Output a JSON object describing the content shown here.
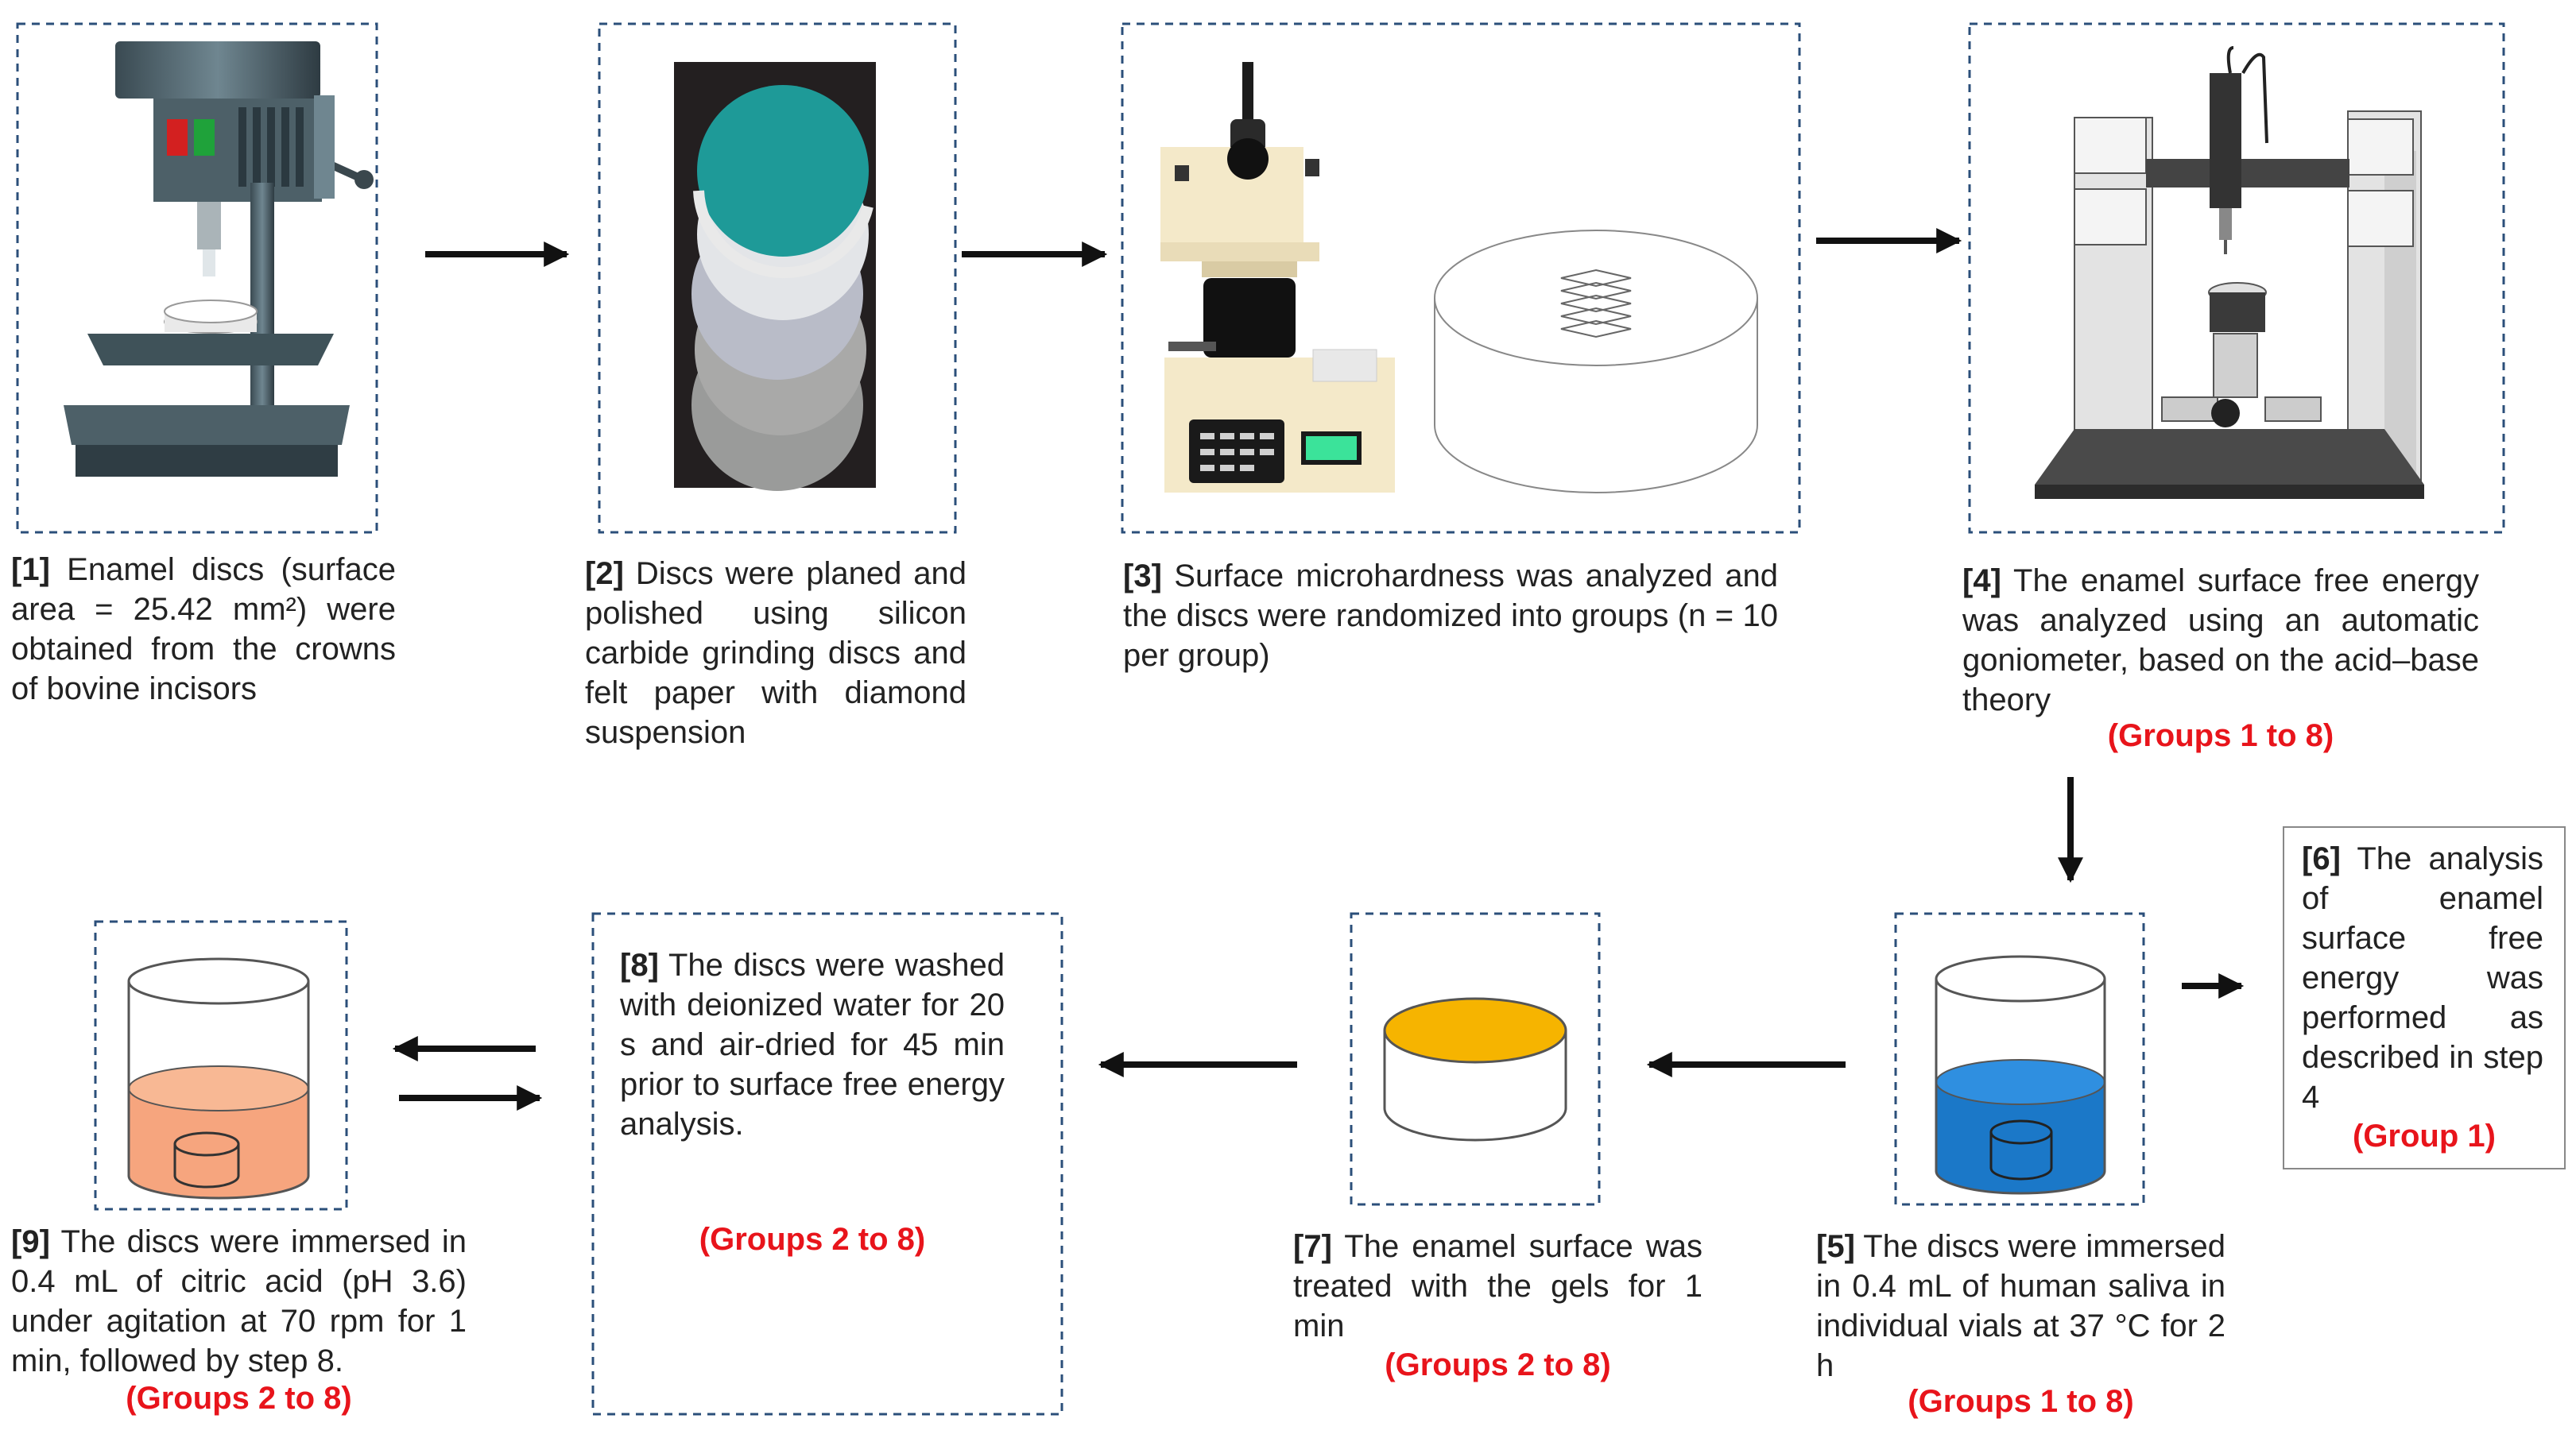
{
  "steps": [
    {
      "num": "[1]",
      "text": "Enamel discs (surface area = 25.42 mm²) were obtained from the crowns of bovine incisors",
      "groups": ""
    },
    {
      "num": "[2]",
      "text": "Discs were planed and polished using silicon carbide grinding discs and felt paper with diamond suspension",
      "groups": ""
    },
    {
      "num": "[3]",
      "text": "Surface microhardness was analyzed and the discs were randomized into groups (n = 10 per group)",
      "groups": ""
    },
    {
      "num": "[4]",
      "text": "The enamel surface free energy was analyzed using an automatic goniometer, based on the acid–base theory",
      "groups": "(Groups 1 to 8)"
    },
    {
      "num": "[5]",
      "text": "The discs were immersed in 0.4 mL of human saliva in individual vials at 37 °C for 2 h",
      "groups": "(Groups 1 to 8)"
    },
    {
      "num": "[6]",
      "text": "The analysis of enamel surface free energy was performed as described in step 4",
      "groups": "(Group 1)"
    },
    {
      "num": "[7]",
      "text": "The enamel surface was treated with the gels for 1 min",
      "groups": "(Groups 2 to 8)"
    },
    {
      "num": "[8]",
      "text": "The discs were washed with deionized water for 20 s and air-dried for 45 min prior to surface free energy analysis.",
      "groups": "(Groups 2 to 8)"
    },
    {
      "num": "[9]",
      "text": "The discs were immersed in 0.4 mL of citric acid (pH 3.6) under agitation at 70 rpm for 1 min, followed by step 8.",
      "groups": "(Groups 2 to 8)"
    }
  ],
  "colors": {
    "group_label": "#e8141b",
    "saliva_blue": "#1b78c8",
    "acid_orange": "#f6a57e",
    "gel_yellow": "#f6b400",
    "dashed_border": "#2b4f7a",
    "arrow": "#111111"
  },
  "icons": {
    "step1": "drill-press-icon",
    "step2": "grinding-discs-icon",
    "step3": "microhardness-tester-icon",
    "step4": "goniometer-icon",
    "step5": "saliva-beaker-icon",
    "step7": "gel-disc-icon",
    "step9": "acid-beaker-icon"
  }
}
